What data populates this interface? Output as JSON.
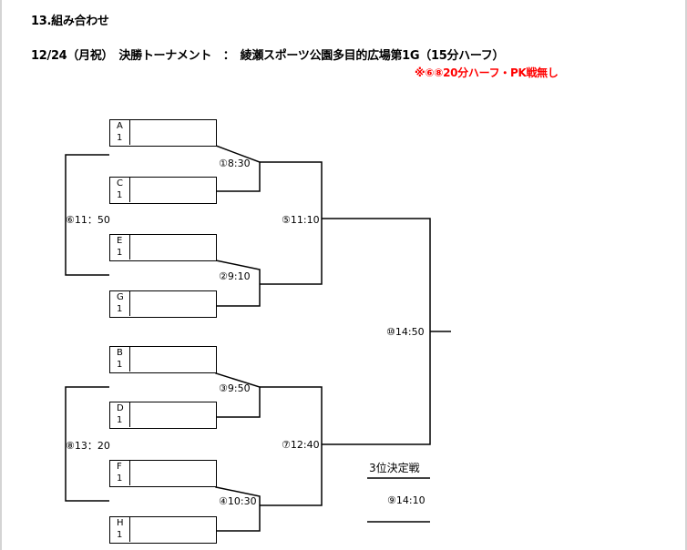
{
  "document": {
    "heading": "13.組み合わせ",
    "subtitle": "12/24（月祝）　決勝トーナメント　：　綾瀬スポーツ公園多目的広場第1G（15分ハーフ）",
    "note": "※⑥⑧20分ハーフ・PK戦無し"
  },
  "teams": [
    {
      "letter": "A",
      "seed": "1"
    },
    {
      "letter": "C",
      "seed": "1"
    },
    {
      "letter": "E",
      "seed": "1"
    },
    {
      "letter": "G",
      "seed": "1"
    },
    {
      "letter": "B",
      "seed": "1"
    },
    {
      "letter": "D",
      "seed": "1"
    },
    {
      "letter": "F",
      "seed": "1"
    },
    {
      "letter": "H",
      "seed": "1"
    }
  ],
  "matches": [
    {
      "label": "①8:30"
    },
    {
      "label": "②9:10"
    },
    {
      "label": "③9:50"
    },
    {
      "label": "④10:30"
    },
    {
      "label": "⑤11:10"
    },
    {
      "label": "⑥11：50"
    },
    {
      "label": "⑦12:40"
    },
    {
      "label": "⑧13：20"
    },
    {
      "label": "⑨14:10"
    },
    {
      "label": "⑩14:50"
    }
  ],
  "third_place": {
    "title": "3位決定戦"
  }
}
